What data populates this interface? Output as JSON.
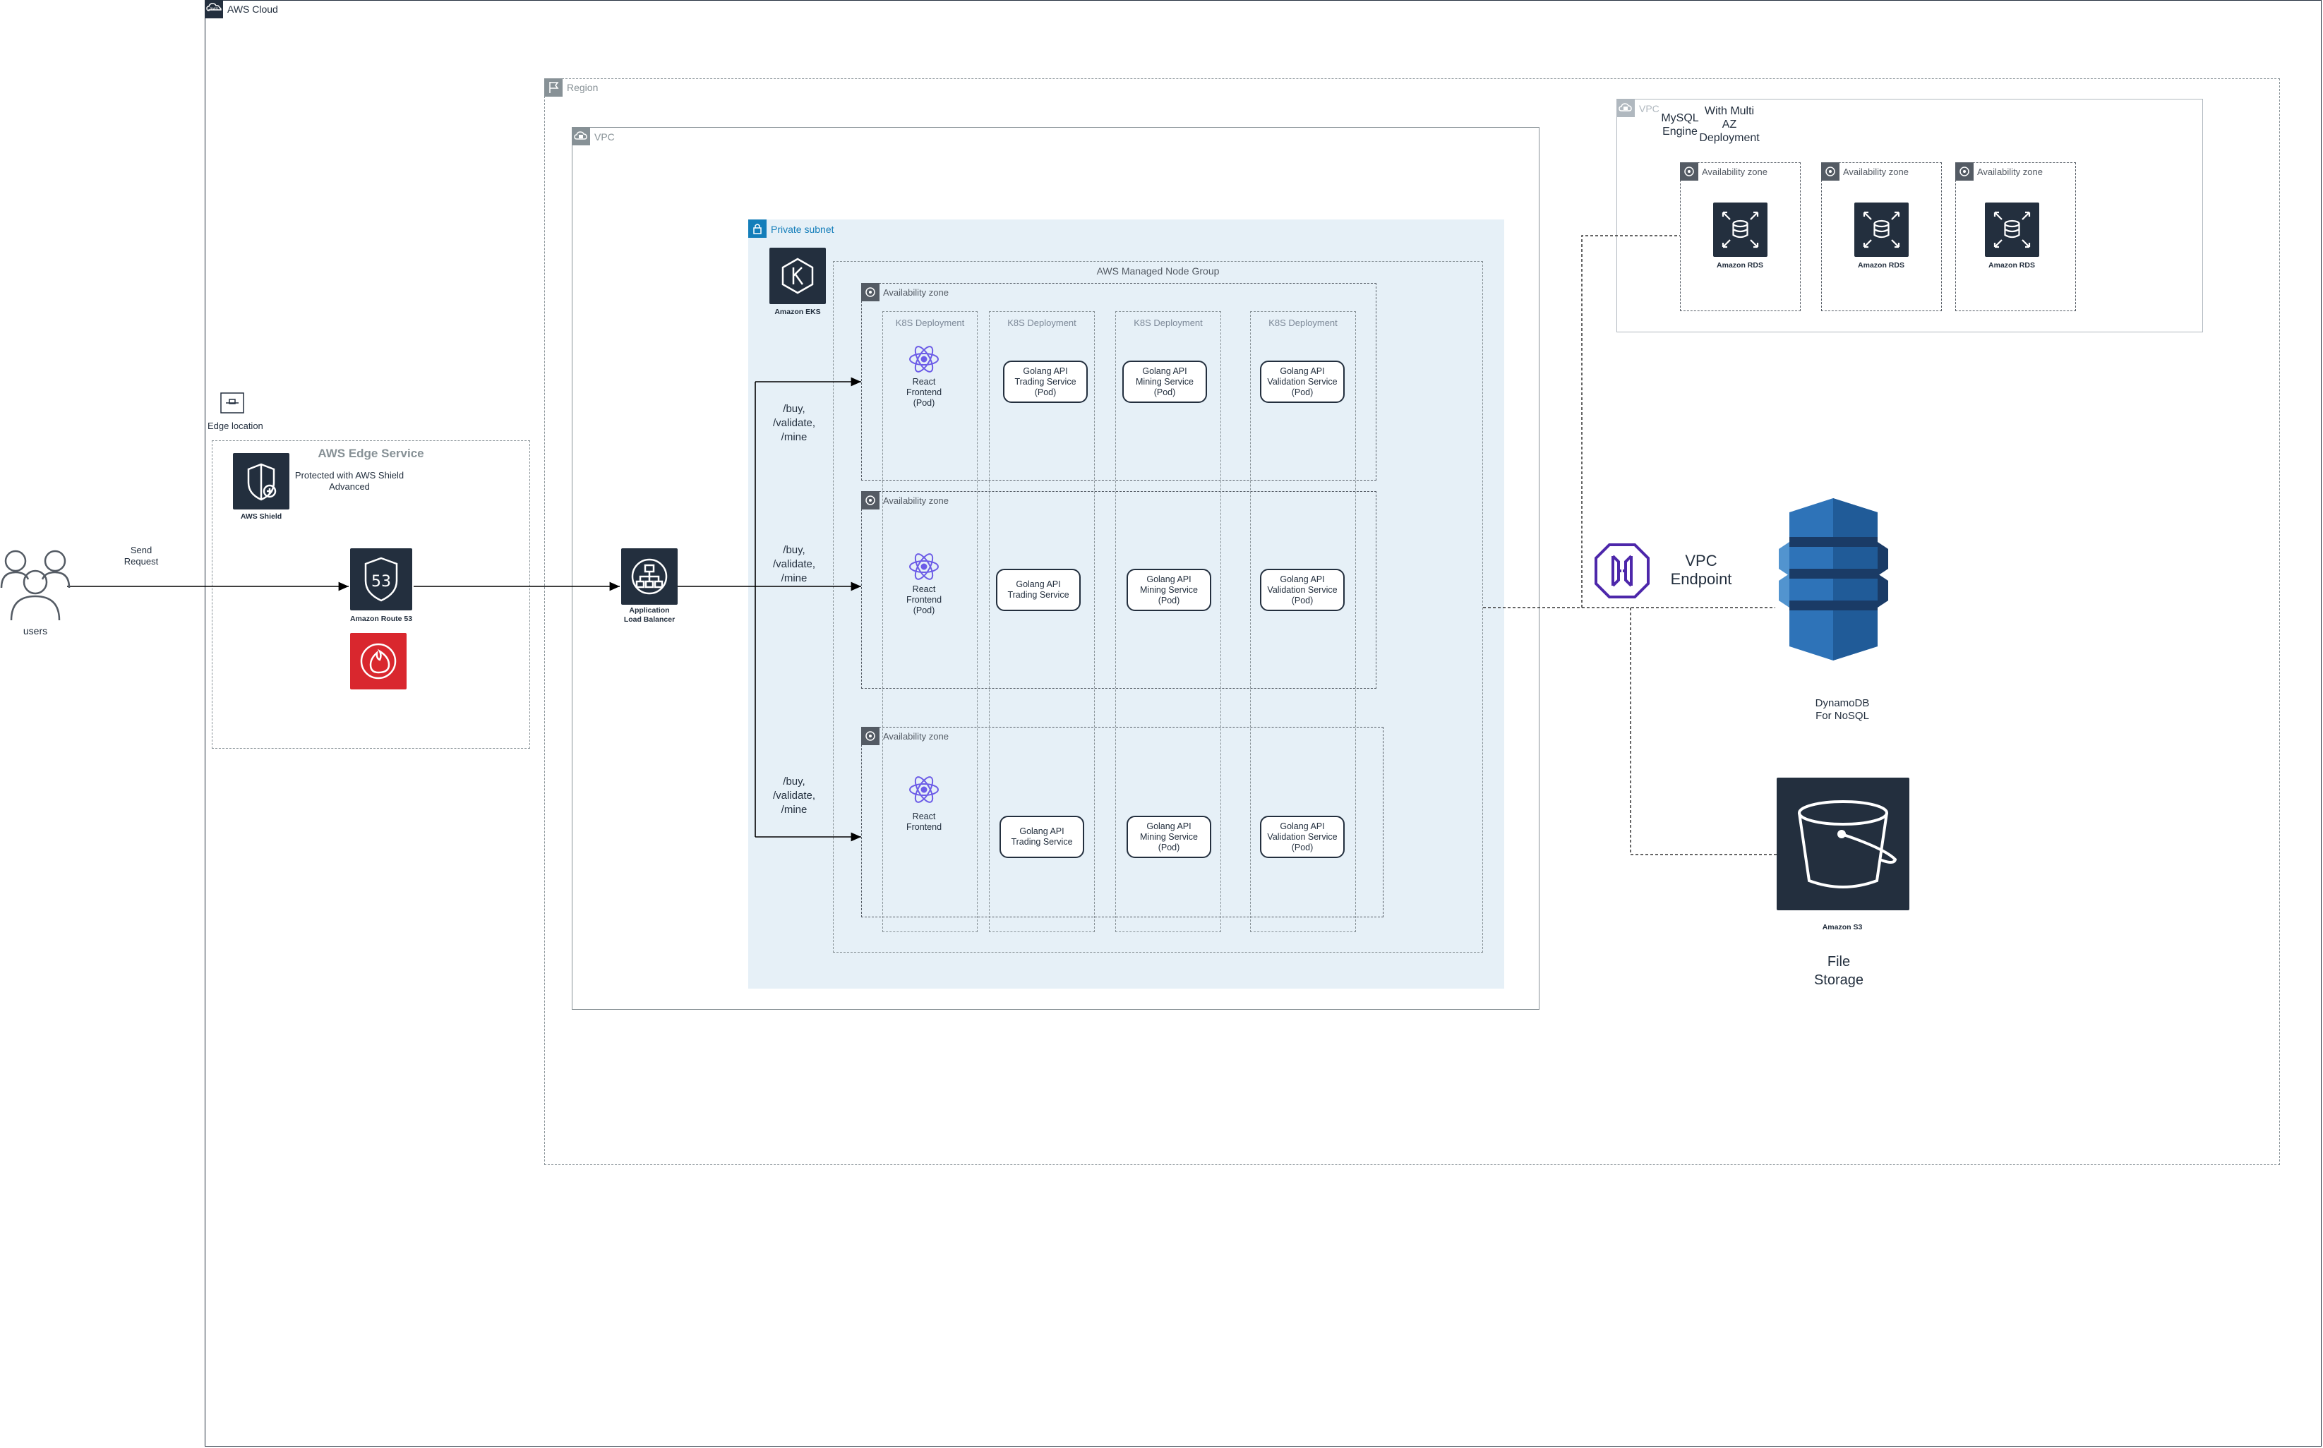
{
  "groups": {
    "aws_cloud": "AWS Cloud",
    "region": "Region",
    "vpc_main": "VPC",
    "vpc_db": "VPC",
    "private_subnet": "Private subnet",
    "node_group": "AWS Managed Node Group",
    "edge_location": "Edge location",
    "edge_service": "AWS Edge Service"
  },
  "availability_zone": "Availability zone",
  "k8s_deployment": "K8S Deployment",
  "users": {
    "label": "users",
    "send_request": "Send\nRequest"
  },
  "edge": {
    "shield_text": "Protected with AWS Shield\nAdvanced",
    "shield_caption": "AWS Shield",
    "route53_caption": "Amazon Route 53"
  },
  "alb": {
    "caption": "Application\nLoad Balancer"
  },
  "eks": {
    "caption": "Amazon EKS"
  },
  "routes": {
    "label": "/buy,\n/validate,\n/mine"
  },
  "pods": {
    "react_pod": "React\nFrontend\n(Pod)",
    "react": "React\nFrontend",
    "trading_pod": "Golang API\nTrading Service\n(Pod)",
    "trading": "Golang API\nTrading Service",
    "mining_pod": "Golang API\nMining Service\n(Pod)",
    "validation_pod": "Golang API\nValidation Service\n(Pod)"
  },
  "rds": {
    "mysql": "MySQL\nEngine",
    "multi_az": "With Multi\nAZ\nDeployment",
    "caption": "Amazon RDS"
  },
  "vpc_endpoint": "VPC\nEndpoint",
  "dynamodb": "DynamoDB\nFor NoSQL",
  "s3": {
    "caption": "Amazon S3",
    "storage": "File\nStorage"
  },
  "colors": {
    "dark": "#232f3e",
    "subnet_fill": "#e6f0f7",
    "subnet_accent": "#147eba",
    "react_purple": "#6c5ce7",
    "shield_red": "#d9272e",
    "dynamo_blue": "#2e73b8",
    "endpoint_purple": "#4d27aa"
  }
}
